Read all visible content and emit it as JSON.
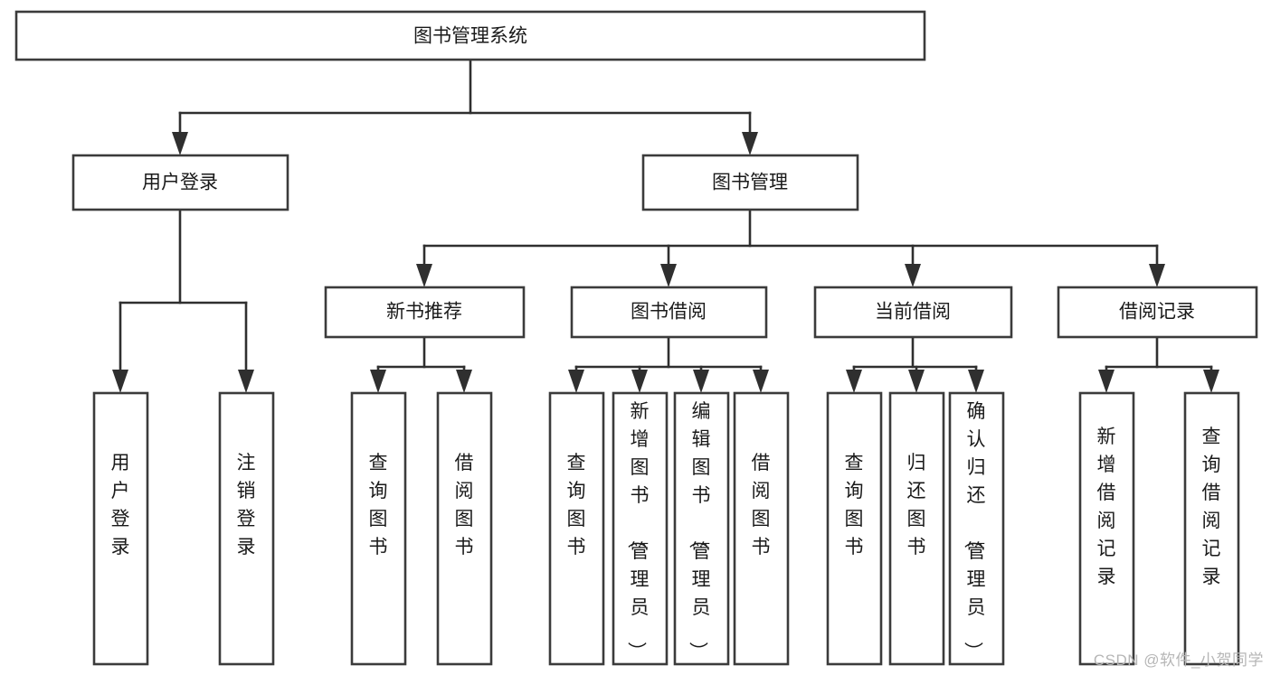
{
  "diagram": {
    "type": "tree",
    "orientation": "top-down",
    "title": "图书管理系统",
    "root": {
      "id": "root",
      "label": "图书管理系统",
      "shape": "rect",
      "text_orientation": "horizontal"
    },
    "level2": [
      {
        "id": "user-login",
        "label": "用户登录",
        "shape": "rect",
        "text_orientation": "horizontal"
      },
      {
        "id": "book-management",
        "label": "图书管理",
        "shape": "rect",
        "text_orientation": "horizontal"
      }
    ],
    "level3": [
      {
        "id": "new-book-recommend",
        "label": "新书推荐",
        "shape": "rect",
        "text_orientation": "horizontal",
        "parent": "book-management"
      },
      {
        "id": "book-borrow",
        "label": "图书借阅",
        "shape": "rect",
        "text_orientation": "horizontal",
        "parent": "book-management"
      },
      {
        "id": "current-borrow",
        "label": "当前借阅",
        "shape": "rect",
        "text_orientation": "horizontal",
        "parent": "book-management"
      },
      {
        "id": "borrow-record",
        "label": "借阅记录",
        "shape": "rect",
        "text_orientation": "horizontal",
        "parent": "book-management"
      }
    ],
    "leaves": [
      {
        "id": "leaf-user-login",
        "label": "用户登录",
        "parent": "user-login",
        "text_orientation": "vertical"
      },
      {
        "id": "leaf-logout",
        "label": "注销登录",
        "parent": "user-login",
        "text_orientation": "vertical"
      },
      {
        "id": "leaf-query-book-1",
        "label": "查询图书",
        "parent": "new-book-recommend",
        "text_orientation": "vertical"
      },
      {
        "id": "leaf-borrow-book-1",
        "label": "借阅图书",
        "parent": "new-book-recommend",
        "text_orientation": "vertical"
      },
      {
        "id": "leaf-query-book-2",
        "label": "查询图书",
        "parent": "book-borrow",
        "text_orientation": "vertical"
      },
      {
        "id": "leaf-add-book",
        "label": "新增图书（管理员）",
        "parent": "book-borrow",
        "text_orientation": "vertical"
      },
      {
        "id": "leaf-edit-book",
        "label": "编辑图书（管理员）",
        "parent": "book-borrow",
        "text_orientation": "vertical"
      },
      {
        "id": "leaf-borrow-book-2",
        "label": "借阅图书",
        "parent": "book-borrow",
        "text_orientation": "vertical"
      },
      {
        "id": "leaf-query-book-3",
        "label": "查询图书",
        "parent": "current-borrow",
        "text_orientation": "vertical"
      },
      {
        "id": "leaf-return-book",
        "label": "归还图书",
        "parent": "current-borrow",
        "text_orientation": "vertical"
      },
      {
        "id": "leaf-confirm-return",
        "label": "确认归还（管理员）",
        "parent": "current-borrow",
        "text_orientation": "vertical"
      },
      {
        "id": "leaf-add-record",
        "label": "新增借阅记录",
        "parent": "borrow-record",
        "text_orientation": "vertical"
      },
      {
        "id": "leaf-query-record",
        "label": "查询借阅记录",
        "parent": "borrow-record",
        "text_orientation": "vertical"
      }
    ]
  },
  "watermark": {
    "text": "CSDN @软件_小贺同学"
  },
  "colors": {
    "background": "#ffffff",
    "box_fill": "#ffffff",
    "box_stroke": "#3b3b3b",
    "connector": "#2f2f2f",
    "text": "#1a1a1a",
    "watermark": "#b6b6b6"
  }
}
